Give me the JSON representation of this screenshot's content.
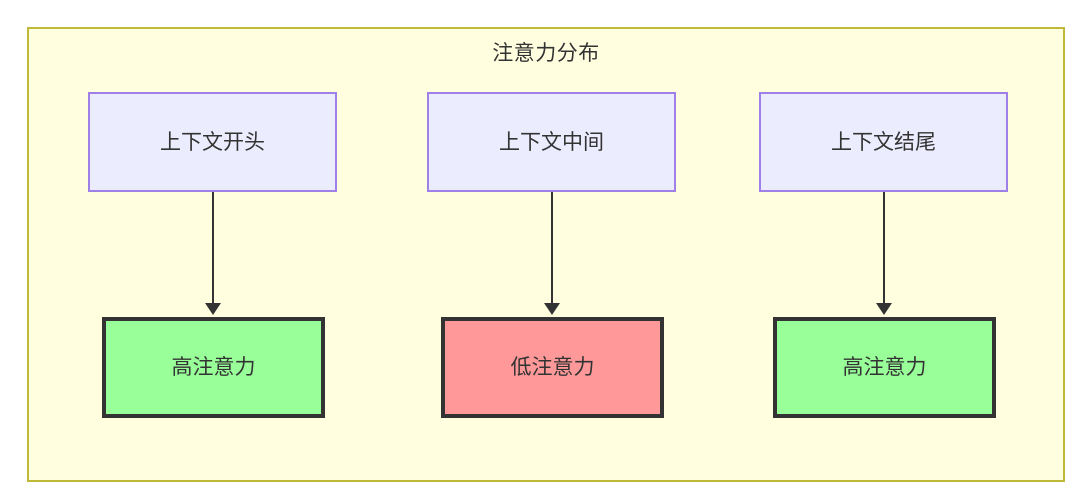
{
  "diagram": {
    "title": "注意力分布",
    "frame_border_color": "#bfb93a",
    "frame_fill_color": "#ffffe0",
    "columns": [
      {
        "id": "start",
        "context": {
          "label": "上下文开头",
          "fill": "#ececff",
          "border": "#9f7fe8"
        },
        "attention": {
          "label": "高注意力",
          "fill": "#99ff99",
          "border": "#333333"
        }
      },
      {
        "id": "middle",
        "context": {
          "label": "上下文中间",
          "fill": "#ececff",
          "border": "#9f7fe8"
        },
        "attention": {
          "label": "低注意力",
          "fill": "#ff9999",
          "border": "#333333"
        }
      },
      {
        "id": "end",
        "context": {
          "label": "上下文结尾",
          "fill": "#ececff",
          "border": "#9f7fe8"
        },
        "attention": {
          "label": "高注意力",
          "fill": "#99ff99",
          "border": "#333333"
        }
      }
    ]
  }
}
